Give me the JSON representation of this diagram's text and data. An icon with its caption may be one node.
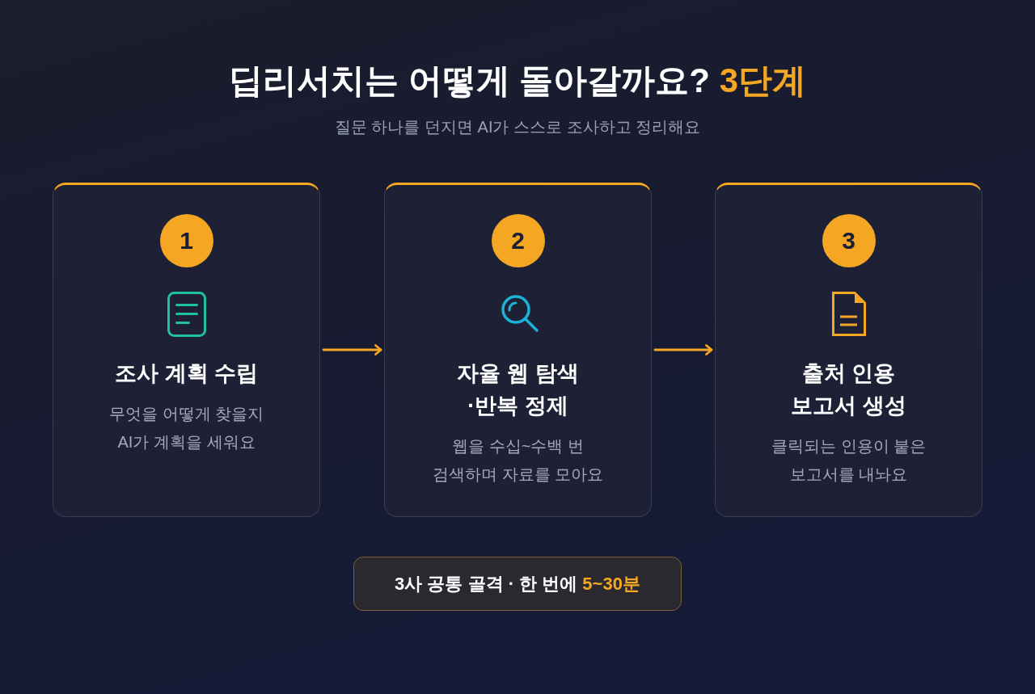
{
  "diagram": {
    "title": "딥리서치는 어떻게 돌아갈까요? **3단계**",
    "nodes": [
      {
        "text": [
          "조사 계획 수립",
          "무엇을 어떻게 찾을지 AI가 계획을 세워요"
        ]
      },
      {
        "text": [
          "1"
        ],
        "in": 0
      },
      {
        "text": [
          "자율 웹 탐색 ·반복 정제",
          "웹을 수십~수백 번 검색하며 자료를 모아요"
        ]
      },
      {
        "text": [
          "2"
        ],
        "in": 2
      },
      {
        "text": [
          "출처 인용 보고서 생성",
          "클릭되는 인용이 붙은 보고서를 내놔요"
        ]
      },
      {
        "text": [
          "3"
        ],
        "in": 4
      },
      {
        "text": [
          "3사 공통 골격 · 한 번에 **5~30분**"
        ]
      }
    ],
    "edges": [
      {
        "from": 0,
        "to": 2,
        "arrow": "to"
      },
      {
        "from": 2,
        "to": 4,
        "arrow": "to"
      }
    ],
    "labels": [
      "질문 하나를 던지면 AI가 스스로 조사하고 정리해요"
    ]
  }
}
